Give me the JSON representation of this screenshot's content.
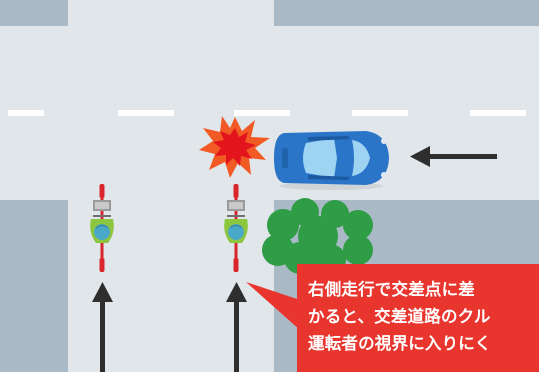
{
  "colors": {
    "block": "#a9bac6",
    "road": "#e1e6ea",
    "lane_marking": "#ffffff",
    "arrow": "#2e2e2e",
    "car_body": "#2a75c8",
    "car_glass": "#9fd3f2",
    "bicycle_frame": "#d8262c",
    "rider_vest": "#8cc63f",
    "rider_helmet": "#4aa8c8",
    "tree": "#2e9d45",
    "explosion_outer": "#f15a24",
    "explosion_inner": "#e3141b",
    "callout_bg": "#e8352d",
    "callout_text": "#ffffff"
  },
  "callout": {
    "line1": "右側走行で交差点に差",
    "line2": "かると、交差道路のクル",
    "line3": "運転者の視界に入りにく"
  },
  "icons": {
    "car": "car-icon",
    "explosion": "collision-burst-icon",
    "cyclist": "cyclist-icon",
    "tree": "tree-icon",
    "arrow": "arrow-icon"
  }
}
